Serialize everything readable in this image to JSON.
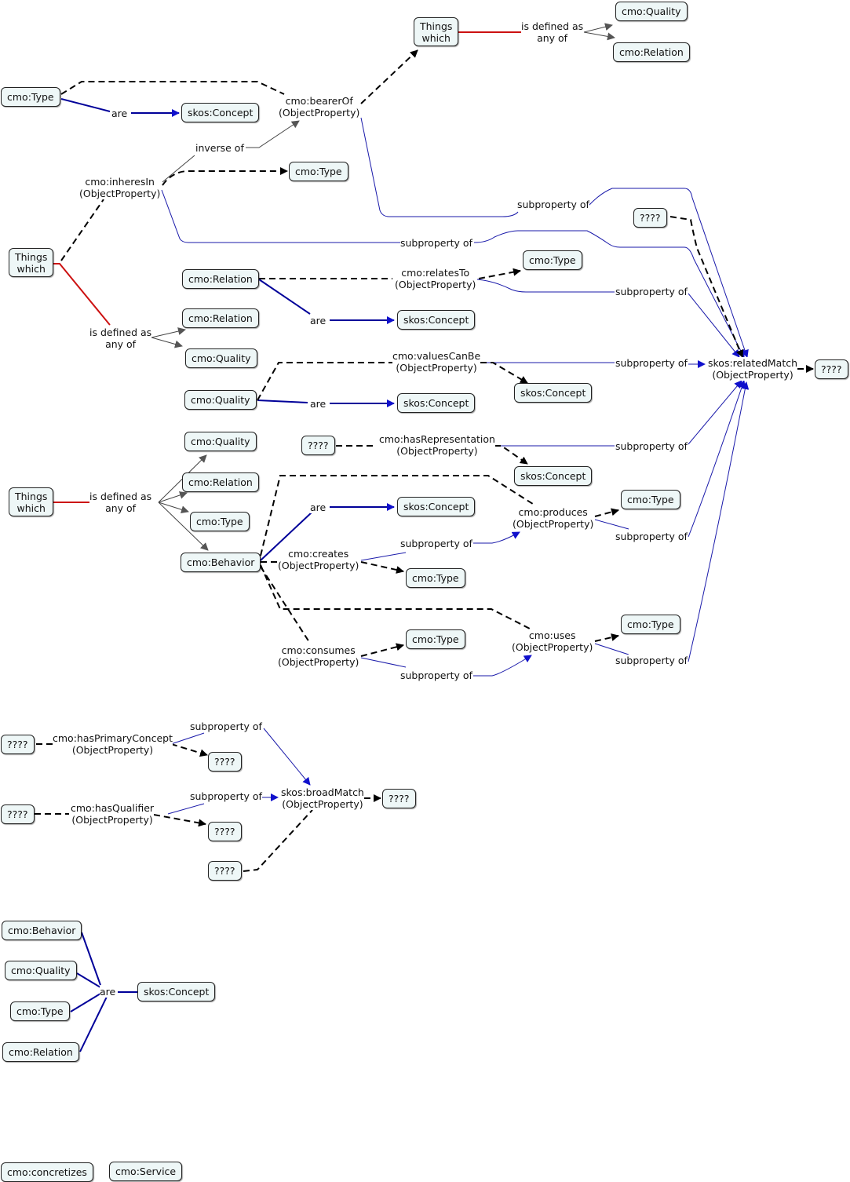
{
  "texts": {
    "cmo_type": "cmo:Type",
    "cmo_quality": "cmo:Quality",
    "cmo_relation": "cmo:Relation",
    "cmo_behavior": "cmo:Behavior",
    "skos_concept": "skos:Concept",
    "things_1": "Things",
    "things_2": "which",
    "unknown": "????",
    "are": "are",
    "inverse_of": "inverse of",
    "subproperty_of": "subproperty of",
    "is_defined_as": "is defined as",
    "any_of": "any of",
    "object_property": "(ObjectProperty)",
    "bearer_of": "cmo:bearerOf",
    "inheres_in": "cmo:inheresIn",
    "relates_to": "cmo:relatesTo",
    "values_can_be": "cmo:valuesCanBe",
    "has_representation": "cmo:hasRepresentation",
    "produces": "cmo:produces",
    "creates": "cmo:creates",
    "consumes": "cmo:consumes",
    "uses": "cmo:uses",
    "related_match": "skos:relatedMatch",
    "broad_match": "skos:broadMatch",
    "has_primary_concept": "cmo:hasPrimaryConcept",
    "has_qualifier": "cmo:hasQualifier",
    "concretizes": "cmo:concretizes",
    "service": "cmo:Service"
  },
  "colors": {
    "subclass_link": "#000099",
    "subproperty_link": "#1a1aaa",
    "definition_link": "#cc1111",
    "gray_link": "#444444",
    "dashed_link": "#000000",
    "node_fill": "#eef7f7"
  }
}
